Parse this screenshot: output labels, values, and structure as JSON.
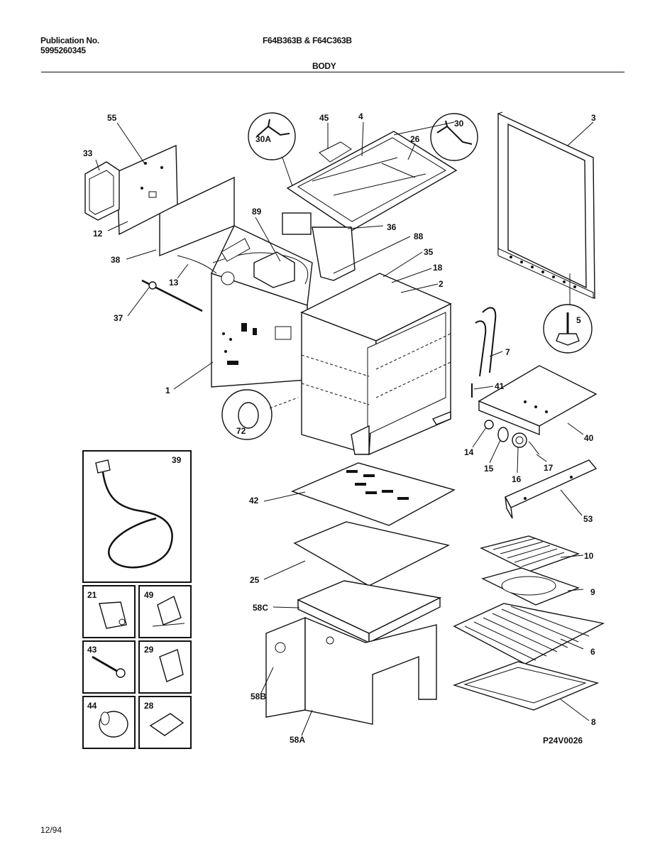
{
  "header": {
    "publication_label": "Publication No.",
    "publication_number": "5995260345",
    "models": "F64B363B & F64C363B",
    "section": "BODY"
  },
  "footer": {
    "date": "12/94",
    "drawing_id": "P24V0026"
  },
  "callouts": {
    "c55": "55",
    "c33": "33",
    "c12": "12",
    "c38": "38",
    "c13": "13",
    "c37": "37",
    "c1": "1",
    "c89": "89",
    "c45": "45",
    "c4": "4",
    "c30A": "30A",
    "c26": "26",
    "c30": "30",
    "c36": "36",
    "c88": "88",
    "c35": "35",
    "c18": "18",
    "c2": "2",
    "c3": "3",
    "c5": "5",
    "c7": "7",
    "c41": "41",
    "c40": "40",
    "c14": "14",
    "c15": "15",
    "c16": "16",
    "c17": "17",
    "c72": "72",
    "c42": "42",
    "c53": "53",
    "c10": "10",
    "c9": "9",
    "c25": "25",
    "c58C": "58C",
    "c6": "6",
    "c58B": "58B",
    "c58A": "58A",
    "c8": "8",
    "c39": "39",
    "c21": "21",
    "c49": "49",
    "c43": "43",
    "c29": "29",
    "c44": "44",
    "c28": "28"
  }
}
